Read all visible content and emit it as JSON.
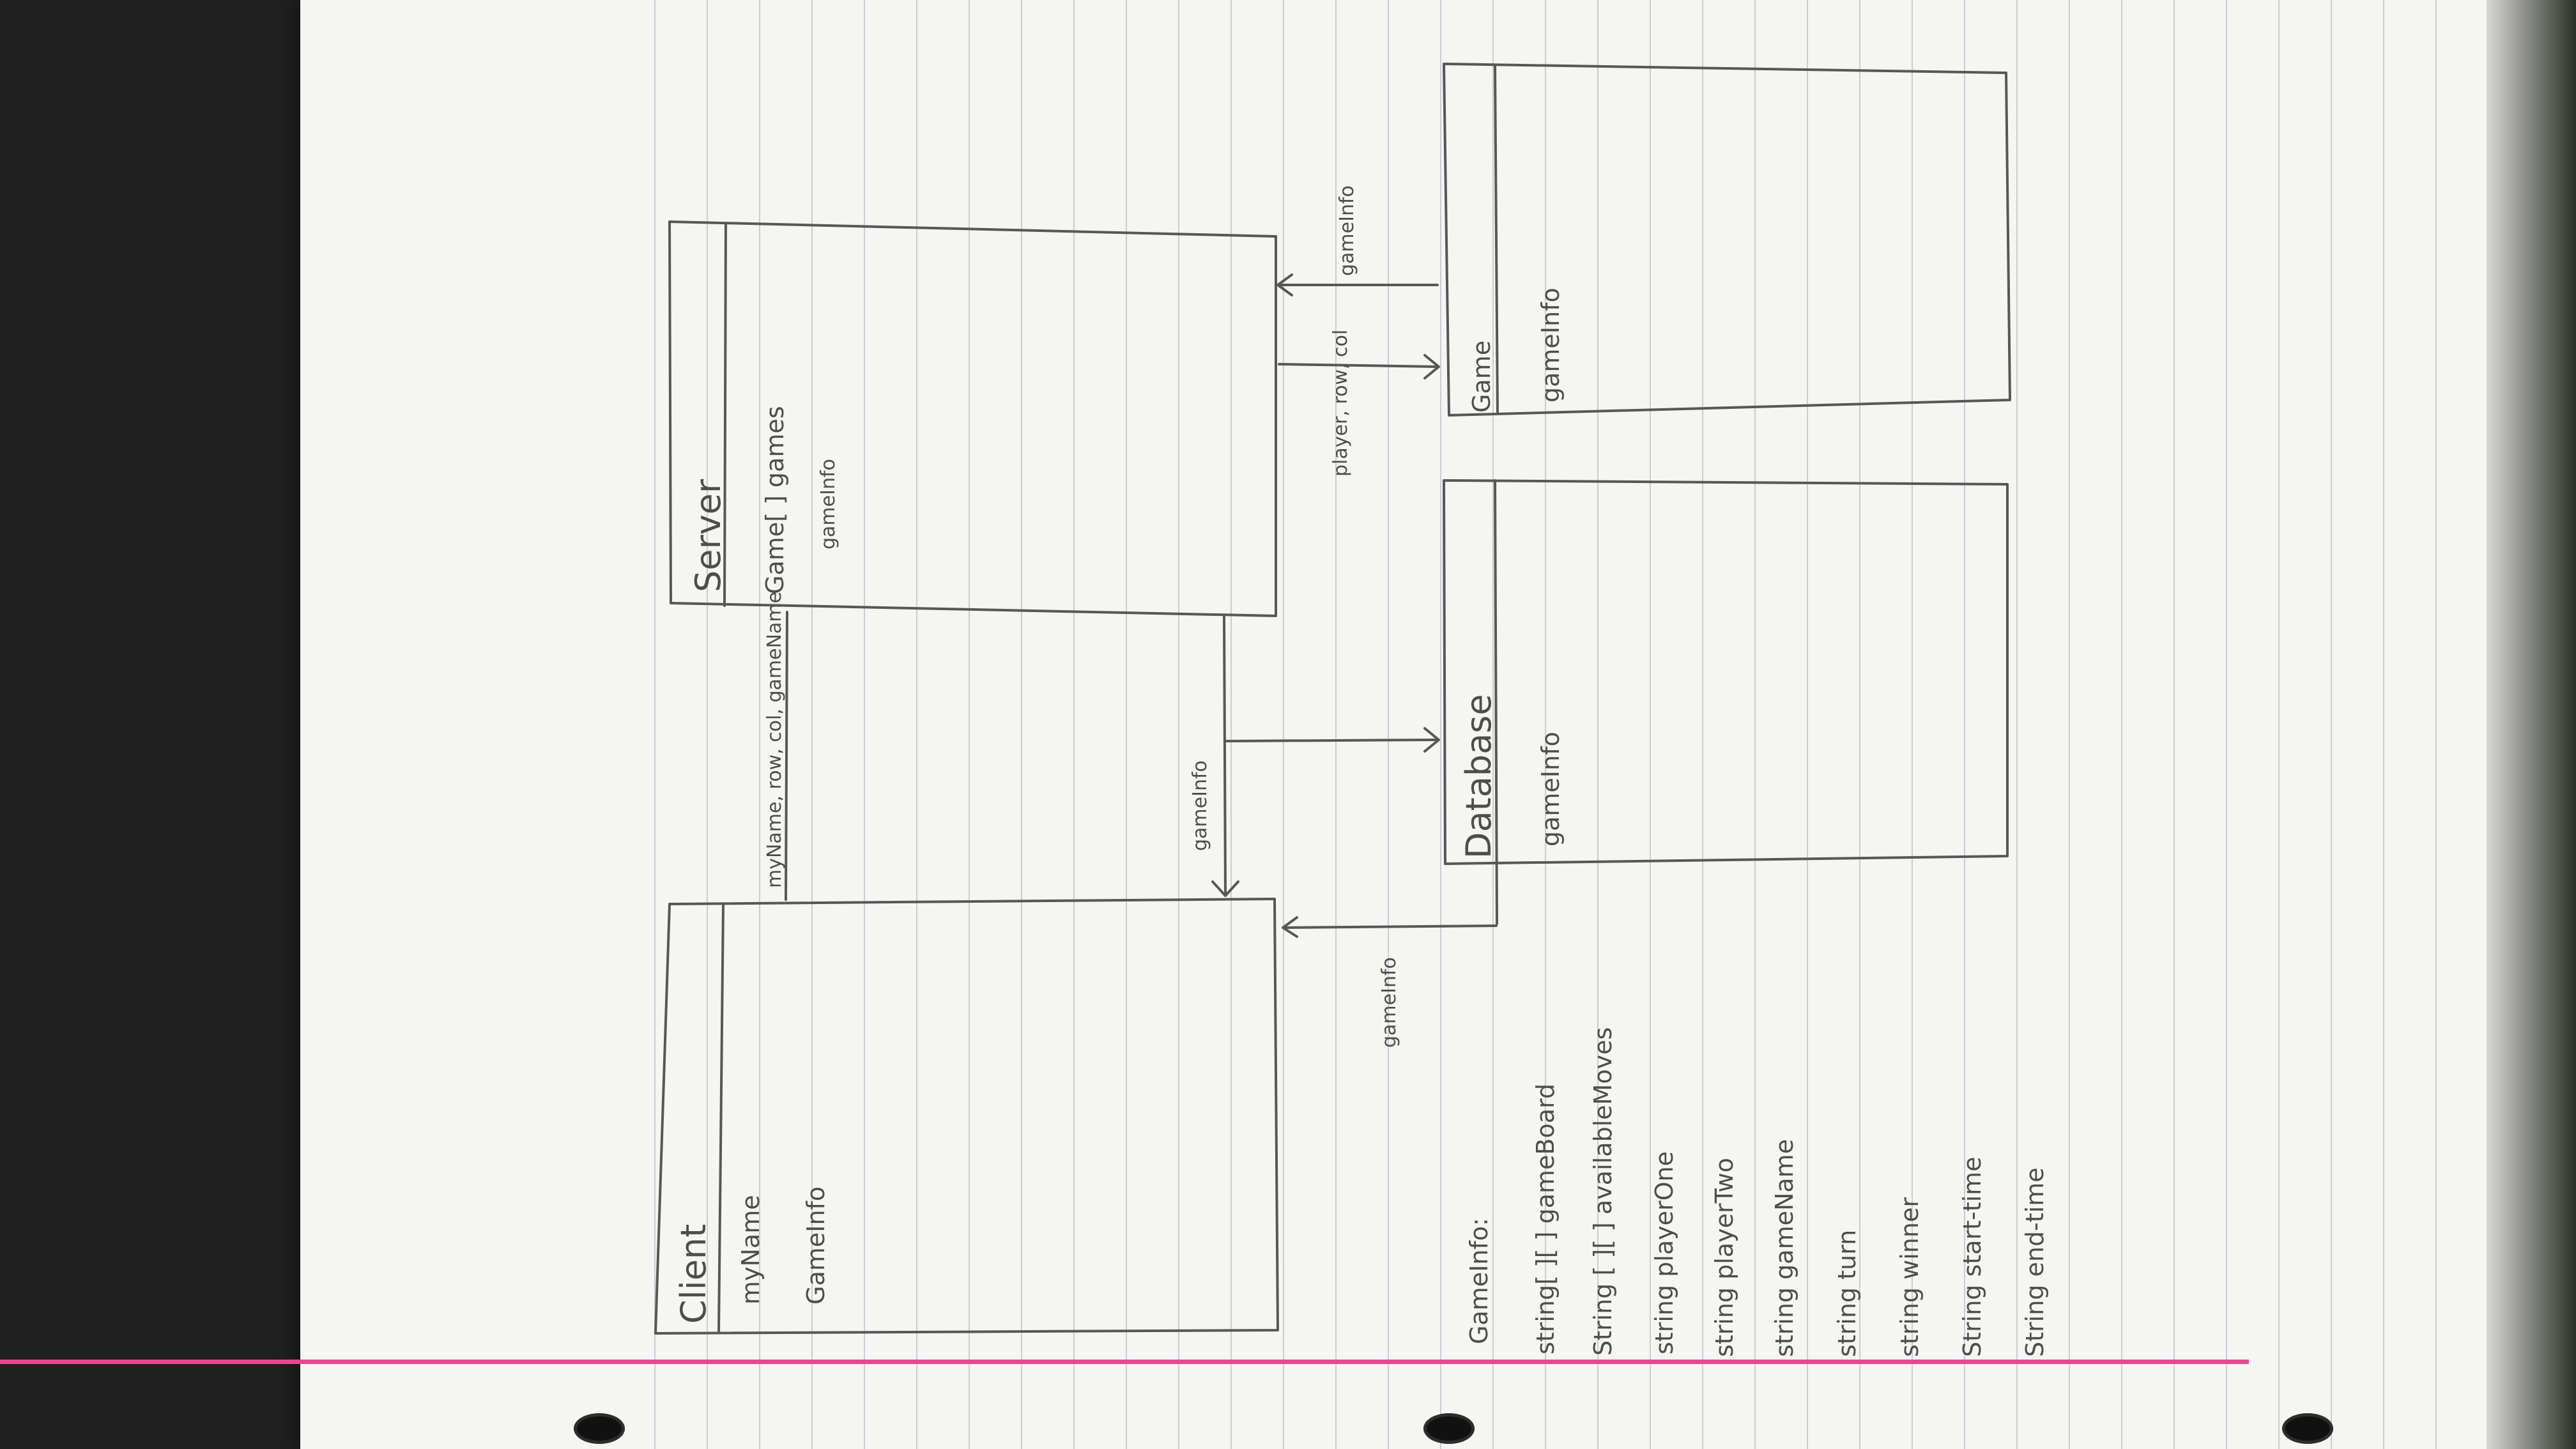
{
  "diagram": {
    "client": {
      "title": "Client",
      "members": [
        "myName",
        "GameInfo"
      ]
    },
    "server": {
      "title": "Server",
      "members": [
        "Game[ ] games",
        "gameInfo"
      ]
    },
    "database": {
      "title": "Database",
      "members": [
        "gameInfo"
      ]
    },
    "game": {
      "title": "Game",
      "members": [
        "gameInfo"
      ]
    },
    "connections": {
      "client_to_server": "myName, row, col, gameName",
      "server_to_client": "gameInfo",
      "database_to_client": "gameInfo",
      "server_to_game": "player, row, col",
      "game_to_server": "gameInfo"
    },
    "gameinfo_fields": {
      "title": "GameInfo:",
      "items": [
        "string[ ][ ] gameBoard",
        "String [ ][ ] availableMoves",
        "string playerOne",
        "string playerTwo",
        "string gameName",
        "string turn",
        "string winner",
        "String start-time",
        "String end-time"
      ]
    }
  }
}
